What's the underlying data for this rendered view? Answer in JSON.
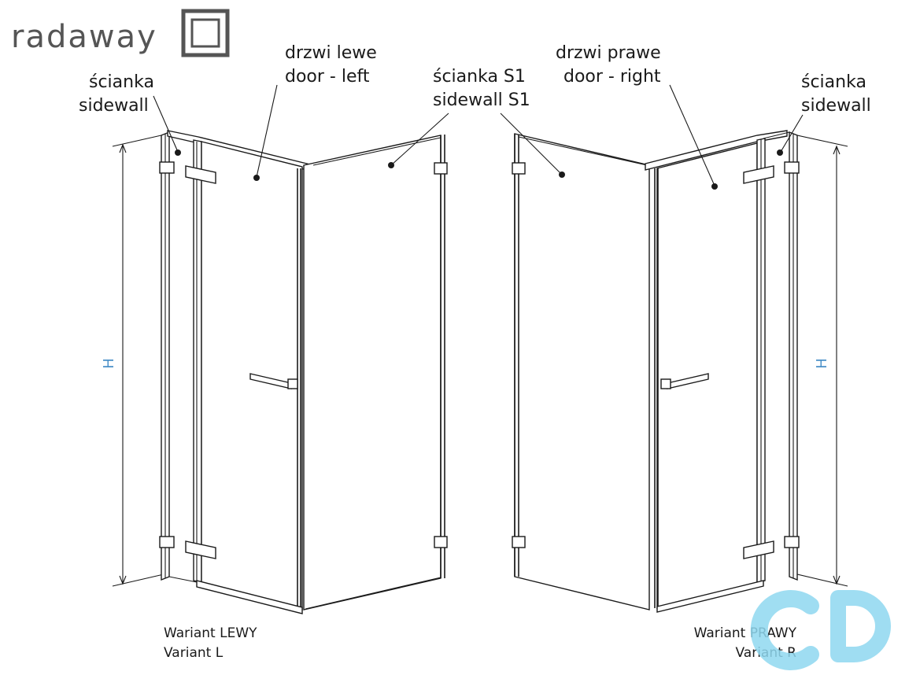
{
  "logo": {
    "text": "radaway",
    "color": "#555555"
  },
  "labels": {
    "left_sidewall_pl": "ścianka",
    "left_sidewall_en": "sidewall",
    "left_door_pl": "drzwi lewe",
    "left_door_en": "door - left",
    "s1_pl": "ścianka S1",
    "s1_en": "sidewall S1",
    "right_door_pl": "drzwi prawe",
    "right_door_en": "door - right",
    "right_sidewall_pl": "ścianka",
    "right_sidewall_en": "sidewall"
  },
  "dimension": {
    "height_label": "H",
    "color": "#4a90c8"
  },
  "captions": {
    "left_line1": "Wariant LEWY",
    "left_line2": "Variant L",
    "right_line1": "Wariant PRAWY",
    "right_line2": "Variant R"
  },
  "watermark": {
    "color": "#8fd8f0"
  }
}
